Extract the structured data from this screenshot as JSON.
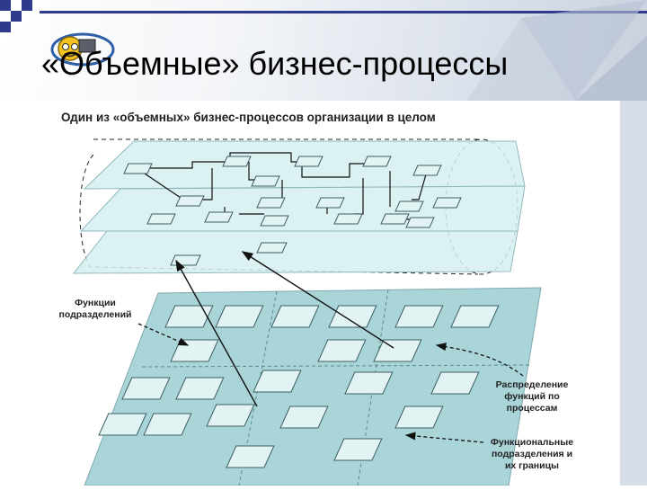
{
  "slide": {
    "title": "«Объемные» бизнес-процессы"
  },
  "figure": {
    "caption": "Один из «объемных» бизнес-процессов организации в целом",
    "labels": {
      "unit_functions": [
        "Функции",
        "подразделений"
      ],
      "distribution": [
        "Распределение",
        "функций по",
        "процессам"
      ],
      "functional_units": [
        "Функциональные",
        "подразделения и",
        "их границы"
      ]
    }
  },
  "colors": {
    "accent": "#2e3a8c",
    "layer_fill": "#d6eef0",
    "grid_fill": "#a9d4d8",
    "cell_fill": "#e2f3f4"
  }
}
